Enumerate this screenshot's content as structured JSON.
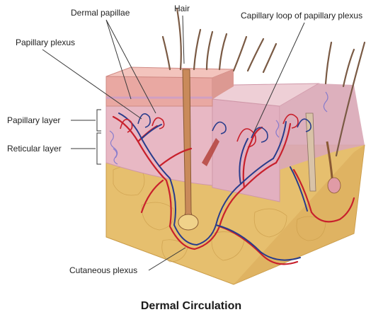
{
  "title": "Dermal Circulation",
  "labels": {
    "dermal_papillae": "Dermal papillae",
    "hair": "Hair",
    "capillary_loop": "Capillary loop of papillary plexus",
    "papillary_plexus": "Papillary plexus",
    "papillary_layer": "Papillary layer",
    "reticular_layer": "Reticular layer",
    "cutaneous_plexus": "Cutaneous plexus"
  },
  "colors": {
    "epidermis": "#e9a8a2",
    "epidermis_top": "#f3c4bd",
    "dermis": "#e8b8c4",
    "hypodermis": "#e6bf6e",
    "artery": "#c8202c",
    "vein": "#283c8c",
    "hair": "#7a5a44"
  }
}
